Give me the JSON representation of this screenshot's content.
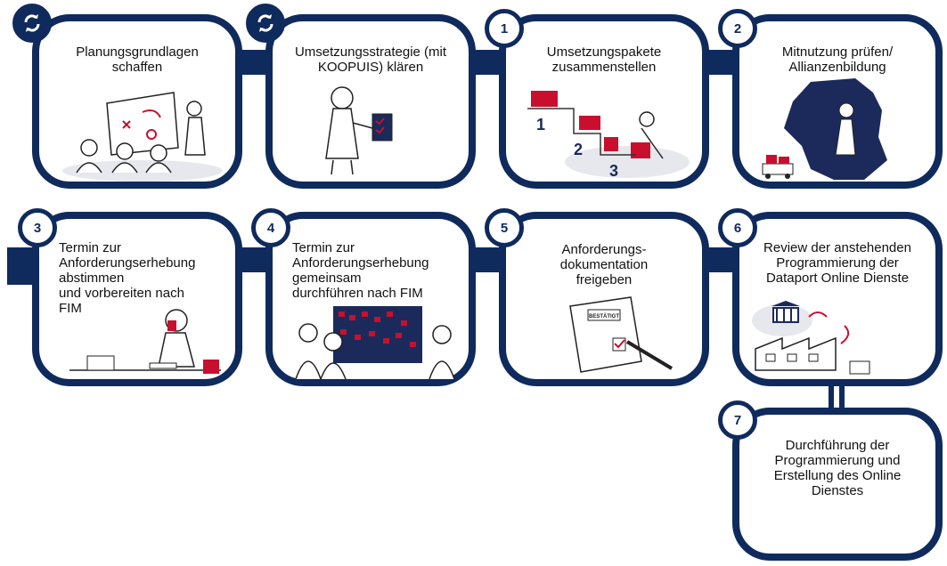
{
  "colors": {
    "navy": "#0f2a5c",
    "accent": "#c8102e"
  },
  "steps": [
    {
      "badge": "",
      "icon": "refresh-icon",
      "text": "Planungsgrundlagen\nschaffen"
    },
    {
      "badge": "",
      "icon": "refresh-icon",
      "text": "Umsetzungsstrategie (mit\nKOOPUIS) klären"
    },
    {
      "badge": "1",
      "text": "Umsetzungspakete\nzusammenstellen",
      "illus_labels": [
        "1",
        "2",
        "3"
      ]
    },
    {
      "badge": "2",
      "text": "Mitnutzung prüfen/\nAllianzenbildung"
    },
    {
      "badge": "3",
      "text": "Termin zur\nAnforderungserhebung\nabstimmen\nund vorbereiten nach\nFIM"
    },
    {
      "badge": "4",
      "text": "Termin zur\nAnforderungserhebung\ngemeinsam\ndurchführen nach FIM"
    },
    {
      "badge": "5",
      "text": "Anforderungs-\ndokumentation\nfreigeben",
      "stamp": "BESTÄTIGT"
    },
    {
      "badge": "6",
      "text": "Review der anstehenden\nProgrammierung der\nDataport Online Dienste"
    },
    {
      "badge": "7",
      "text": "Durchführung der\nProgrammierung und\nErstellung des Online\nDienstes"
    }
  ]
}
